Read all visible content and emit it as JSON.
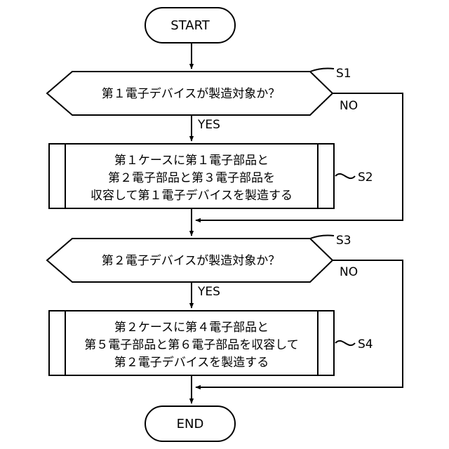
{
  "terminals": {
    "start": "START",
    "end": "END"
  },
  "decisions": {
    "d1": {
      "text": "第１電子デバイスが製造対象か？",
      "step": "S1",
      "no": "NO",
      "yes": "YES"
    },
    "d2": {
      "text": "第２電子デバイスが製造対象か？",
      "step": "S3",
      "no": "NO",
      "yes": "YES"
    }
  },
  "processes": {
    "p1": {
      "lines": [
        "第１ケースに第１電子部品と",
        "第２電子部品と第３電子部品を",
        "収容して第１電子デバイスを製造する"
      ],
      "step": "S2"
    },
    "p2": {
      "lines": [
        "第２ケースに第４電子部品と",
        "第５電子部品と第６電子部品を収容して",
        "第２電子デバイスを製造する"
      ],
      "step": "S4"
    }
  }
}
